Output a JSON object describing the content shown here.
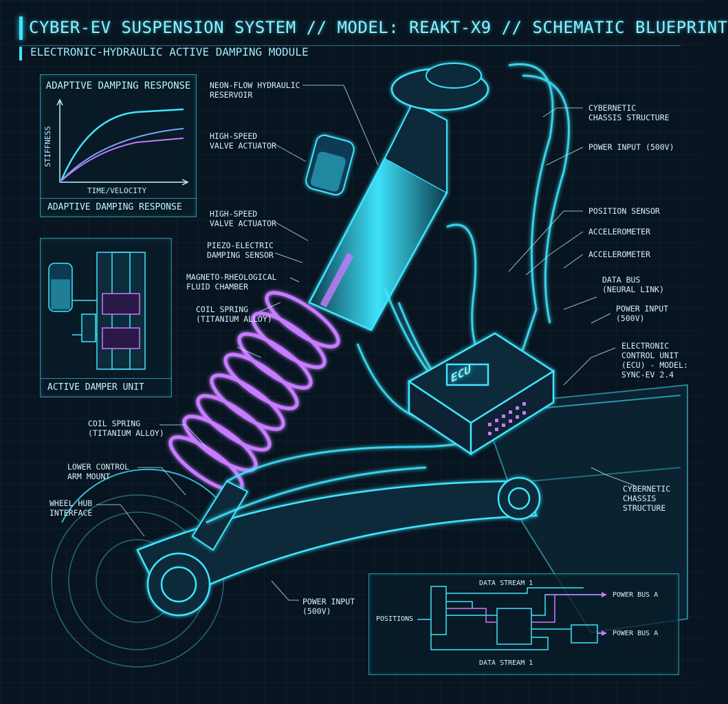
{
  "header": {
    "title": "CYBER-EV SUSPENSION SYSTEM // MODEL: REAKT-X9 // SCHEMATIC BLUEPRINT",
    "subtitle": "ELECTRONIC-HYDRAULIC ACTIVE DAMPING MODULE"
  },
  "damping_panel": {
    "title": "ADAPTIVE DAMPING RESPONSE",
    "y_label": "STIFFNESS",
    "x_label": "TIME/VELOCITY",
    "caption": "ADAPTIVE DAMPING RESPONSE"
  },
  "damper_panel": {
    "caption": "ACTIVE DAMPER UNIT"
  },
  "ecu": {
    "label": "ECU"
  },
  "callouts_left": [
    "NEON-FLOW HYDRAULIC\nRESERVOIR",
    "HIGH-SPEED\nVALVE ACTUATOR",
    "HIGH-SPEED\nVALVE ACTUATOR",
    "PIEZO-ELECTRIC\nDAMPING SENSOR",
    "MAGNETO-RHEOLOGICAL\nFLUID CHAMBER",
    "COIL SPRING\n(TITANIUM ALLOY)",
    "COIL SPRING\n(TITANIUM ALLOY)",
    "LOWER CONTROL\nARM MOUNT",
    "WHEEL HUB\nINTERFACE"
  ],
  "callouts_right": [
    "CYBERNETIC\nCHASSIS STRUCTURE",
    "POWER INPUT (500V)",
    "POSITION SENSOR",
    "ACCELEROMETER",
    "ACCELEROMETER",
    "DATA BUS\n(NEURAL LINK)",
    "POWER INPUT\n(500V)",
    "ELECTRONIC\nCONTROL UNIT\n(ECU) - MODEL:\nSYNC-EV 2.4",
    "CYBERNETIC\nCHASSIS\nSTRUCTURE",
    "POWER INPUT\n(500V)"
  ],
  "data_panel": {
    "data_stream_top": "DATA STREAM 1",
    "data_stream_bottom": "DATA STREAM 1",
    "input_label": "POSITIONS",
    "out_a": "POWER BUS A",
    "out_b": "POWER BUS A"
  },
  "colors": {
    "cyan": "#3fe6ff",
    "magenta": "#c77bff",
    "background": "#081521"
  }
}
